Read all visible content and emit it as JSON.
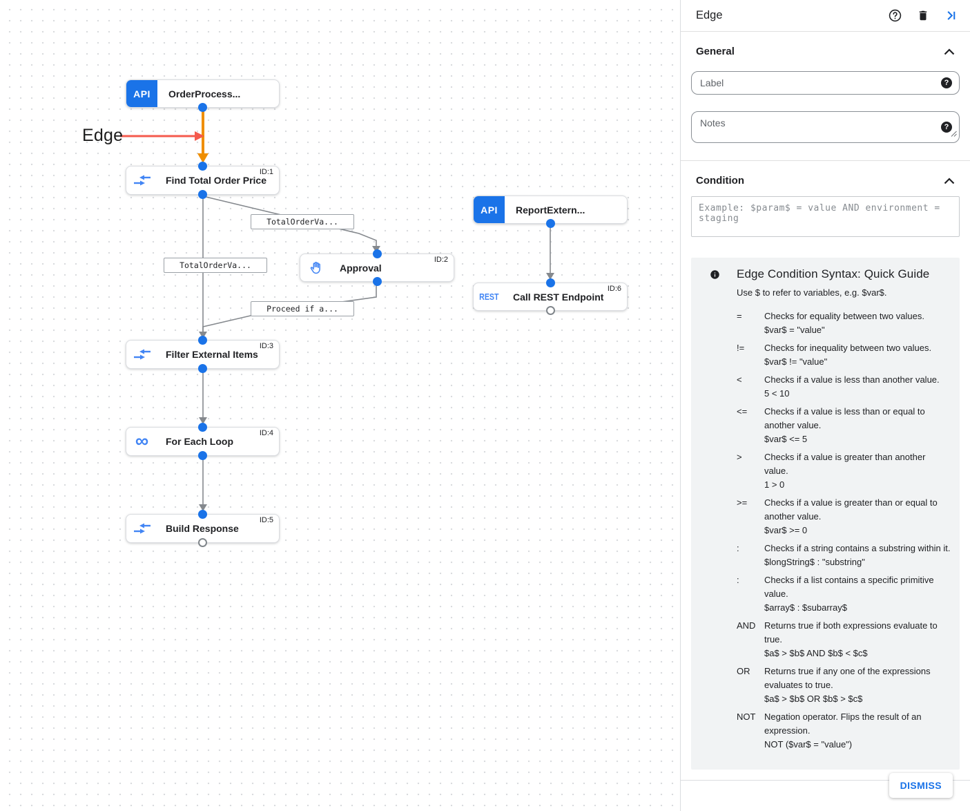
{
  "canvas": {
    "annotation": {
      "label": "Edge"
    },
    "badges": {
      "api": "API",
      "rest": "REST",
      "loop_glyph": "∞"
    },
    "nodes": [
      {
        "title": "OrderProcess...",
        "id_label": "",
        "icon": "api"
      },
      {
        "title": "Find Total Order Price",
        "id_label": "ID:1",
        "icon": "data-mapping"
      },
      {
        "title": "Approval",
        "id_label": "ID:2",
        "icon": "approval-hand"
      },
      {
        "title": "Filter External Items",
        "id_label": "ID:3",
        "icon": "data-mapping"
      },
      {
        "title": "For Each Loop",
        "id_label": "ID:4",
        "icon": "loop"
      },
      {
        "title": "Build Response",
        "id_label": "ID:5",
        "icon": "data-mapping"
      },
      {
        "title": "ReportExtern...",
        "id_label": "",
        "icon": "api"
      },
      {
        "title": "Call REST Endpoint",
        "id_label": "ID:6",
        "icon": "rest"
      }
    ],
    "edge_labels": [
      "TotalOrderVa...",
      "TotalOrderVa...",
      "Proceed if a..."
    ]
  },
  "panel": {
    "title": "Edge",
    "sections": {
      "general": "General",
      "condition": "Condition"
    },
    "fields": {
      "label_placeholder": "Label",
      "label_value": "",
      "notes_placeholder": "Notes",
      "notes_value": "",
      "condition_placeholder": "Example: $param$ = value AND environment = staging",
      "condition_value": ""
    },
    "guide": {
      "title": "Edge Condition Syntax: Quick Guide",
      "intro": "Use $ to refer to variables, e.g. $var$.",
      "rows": [
        {
          "op": "=",
          "desc": "Checks for equality between two values.",
          "example": "$var$ = \"value\""
        },
        {
          "op": "!=",
          "desc": "Checks for inequality between two values.",
          "example": "$var$ != \"value\""
        },
        {
          "op": "<",
          "desc": "Checks if a value is less than another value.",
          "example": "5 < 10"
        },
        {
          "op": "<=",
          "desc": "Checks if a value is less than or equal to another value.",
          "example": "$var$ <= 5"
        },
        {
          "op": ">",
          "desc": "Checks if a value is greater than another value.",
          "example": "1 > 0"
        },
        {
          "op": ">=",
          "desc": "Checks if a value is greater than or equal to another value.",
          "example": "$var$ >= 0"
        },
        {
          "op": ":",
          "desc": "Checks if a string contains a substring within it.",
          "example": "$longString$ : \"substring\""
        },
        {
          "op": ":",
          "desc": "Checks if a list contains a specific primitive value.",
          "example": "$array$ : $subarray$"
        },
        {
          "op": "AND",
          "desc": "Returns true if both expressions evaluate to true.",
          "example": "$a$ > $b$ AND $b$ < $c$"
        },
        {
          "op": "OR",
          "desc": "Returns true if any one of the expressions evaluates to true.",
          "example": "$a$ > $b$ OR $b$ > $c$"
        },
        {
          "op": "NOT",
          "desc": "Negation operator. Flips the result of an expression.",
          "example": "NOT ($var$ = \"value\")"
        }
      ]
    },
    "dismiss_label": "DISMISS"
  },
  "colors": {
    "accent_blue": "#1a73e8",
    "icon_blue": "#4285f4",
    "edge_gray": "#80868b",
    "highlight_orange": "#ef8e00",
    "annotation_red": "#f45a4d",
    "guide_bg": "#f1f3f4"
  }
}
